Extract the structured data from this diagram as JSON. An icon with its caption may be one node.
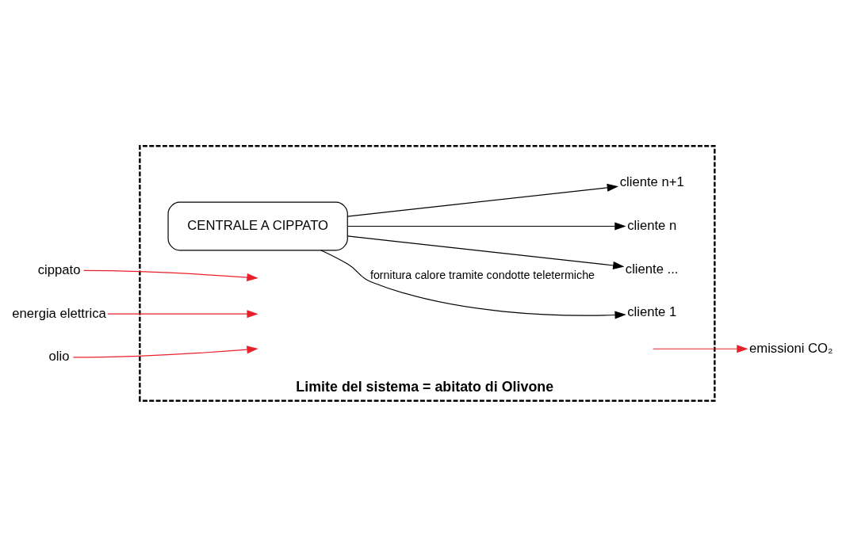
{
  "diagram": {
    "nodes": [
      {
        "text": [
          "Limite del sistema = abitato di Olivone"
        ]
      },
      {
        "text": [
          "cippato"
        ]
      },
      {
        "text": [
          "energia elettrica"
        ]
      },
      {
        "text": [
          "olio"
        ]
      },
      {
        "text": [
          "CENTRALE A CIPPATO"
        ],
        "in": 0
      },
      {
        "text": [
          "emissioni CO₂"
        ]
      },
      {
        "text": [
          "cliente 1"
        ],
        "in": 0
      },
      {
        "text": [
          "cliente ..."
        ],
        "in": 0
      },
      {
        "text": [
          "cliente n"
        ],
        "in": 0
      },
      {
        "text": [
          "cliente n+1"
        ],
        "in": 0
      }
    ],
    "edges": [
      {
        "from": 1,
        "to": null,
        "arrow": "to",
        "color": "#e8202a"
      },
      {
        "from": 2,
        "to": null,
        "arrow": "to",
        "color": "#e8202a"
      },
      {
        "from": 3,
        "to": null,
        "arrow": "to",
        "color": "#e8202a"
      },
      {
        "from": null,
        "to": 5,
        "arrow": "to",
        "color": "#e8202a"
      },
      {
        "from": 4,
        "to": 6,
        "arrow": "to",
        "label": "fornitura calore tramite condotte teletermiche",
        "color": "#000000"
      },
      {
        "from": 4,
        "to": 7,
        "arrow": "to",
        "color": "#000000"
      },
      {
        "from": 4,
        "to": 8,
        "arrow": "to",
        "color": "#000000"
      },
      {
        "from": 4,
        "to": 9,
        "arrow": "to",
        "color": "#000000"
      }
    ]
  }
}
